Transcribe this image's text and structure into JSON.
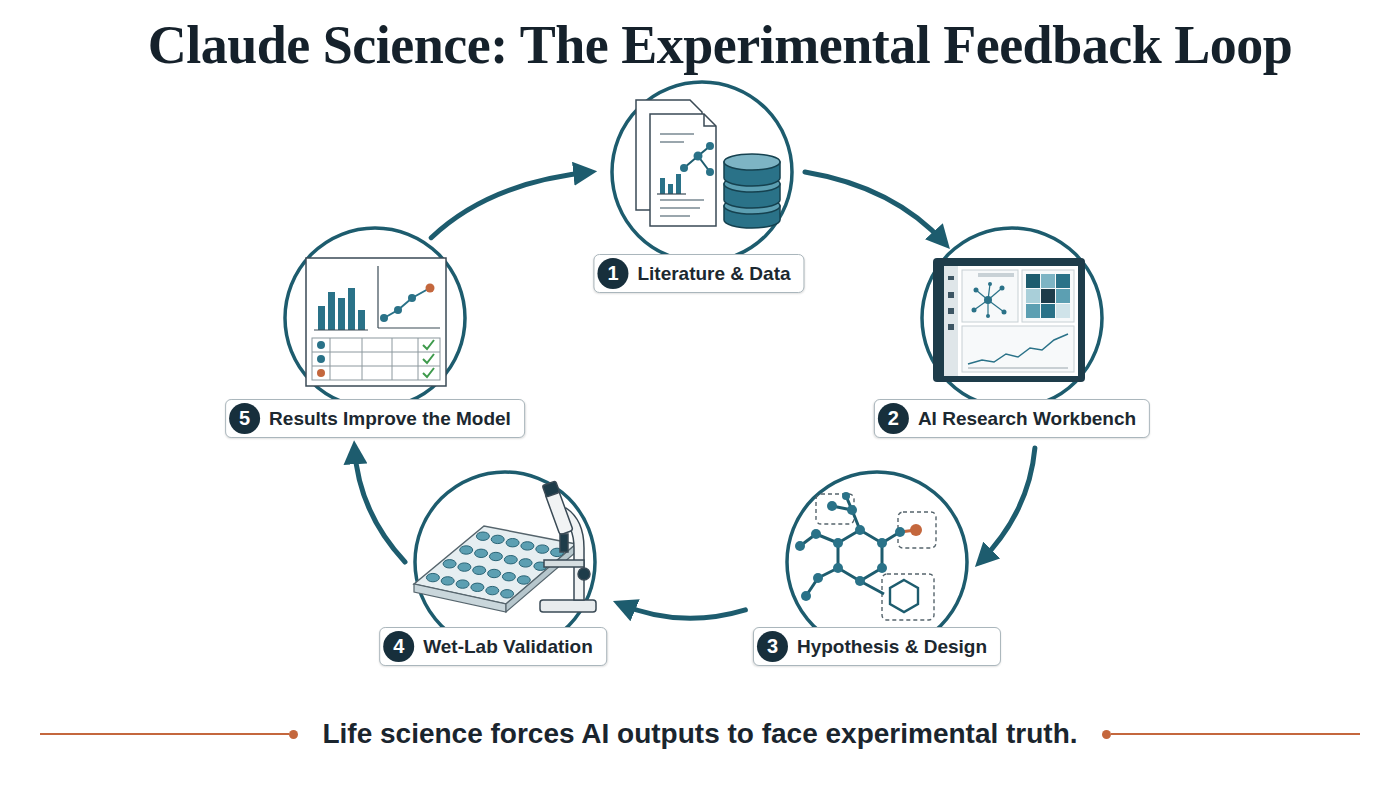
{
  "diagram": {
    "title": "Claude Science: The Experimental Feedback Loop",
    "caption": "Life science forces AI outputs to face experimental truth.",
    "nodes": [
      {
        "text": [
          "1",
          "Literature & Data"
        ]
      },
      {
        "text": [
          "2",
          "AI Research Workbench"
        ]
      },
      {
        "text": [
          "3",
          "Hypothesis & Design"
        ]
      },
      {
        "text": [
          "4",
          "Wet-Lab Validation"
        ]
      },
      {
        "text": [
          "5",
          "Results Improve the Model"
        ]
      }
    ],
    "edges": [
      {
        "from": 0,
        "to": 1,
        "arrow": "to"
      },
      {
        "from": 1,
        "to": 2,
        "arrow": "to"
      },
      {
        "from": 2,
        "to": 3,
        "arrow": "to"
      },
      {
        "from": 3,
        "to": 4,
        "arrow": "to"
      },
      {
        "from": 4,
        "to": 0,
        "arrow": "to"
      }
    ]
  }
}
